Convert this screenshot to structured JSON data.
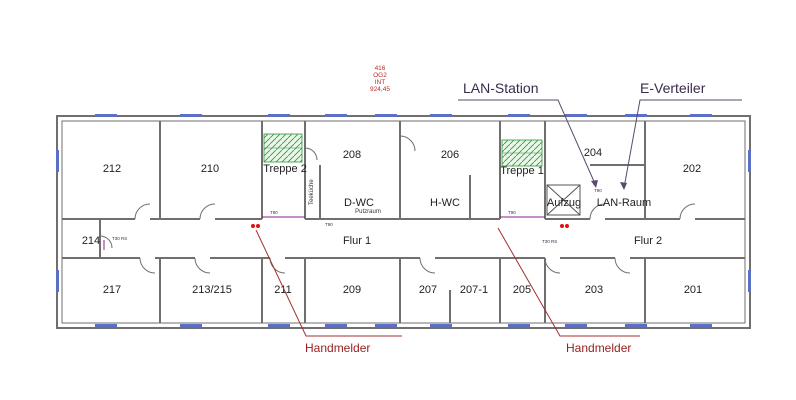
{
  "floor_code": [
    "416",
    "OG2",
    "INT",
    "924,45"
  ],
  "rooms": {
    "r212": "212",
    "r210": "210",
    "stair2": "Treppe 2",
    "r208": "208",
    "dwc": "D-WC",
    "r206": "206",
    "hwc": "H-WC",
    "stair1": "Treppe 1",
    "r204": "204",
    "lift": "Aufzug",
    "lanraum": "LAN-Raum",
    "r202": "202",
    "r214": "214",
    "flur1": "Flur 1",
    "flur2": "Flur 2",
    "r217": "217",
    "r213": "213/215",
    "r211": "211",
    "r209": "209",
    "r207": "207",
    "r2071": "207-1",
    "r205": "205",
    "r203": "203",
    "r201": "201"
  },
  "small_labels": {
    "teekueche": "Teeküche",
    "putzraum": "Putzraum",
    "t90_a": "T90",
    "t90_b": "T90",
    "t90_c": "T90",
    "t90_d": "T90",
    "t30_a": "T30 RS",
    "t30_b": "T30 RS"
  },
  "callouts": {
    "lan_station": "LAN-Station",
    "e_verteiler": "E-Verteiler",
    "handmelder_left": "Handmelder",
    "handmelder_right": "Handmelder"
  },
  "colors": {
    "wall": "#6f6f6f",
    "callout_line": "#5a4a6a",
    "handmelder_line": "#a23030",
    "handmelder_text": "#9a2020",
    "floor_code": "#c0282d",
    "stair_fill": "#1f8f2a",
    "corridor_line": "#8a1f8a",
    "window": "#5b6fc6"
  }
}
